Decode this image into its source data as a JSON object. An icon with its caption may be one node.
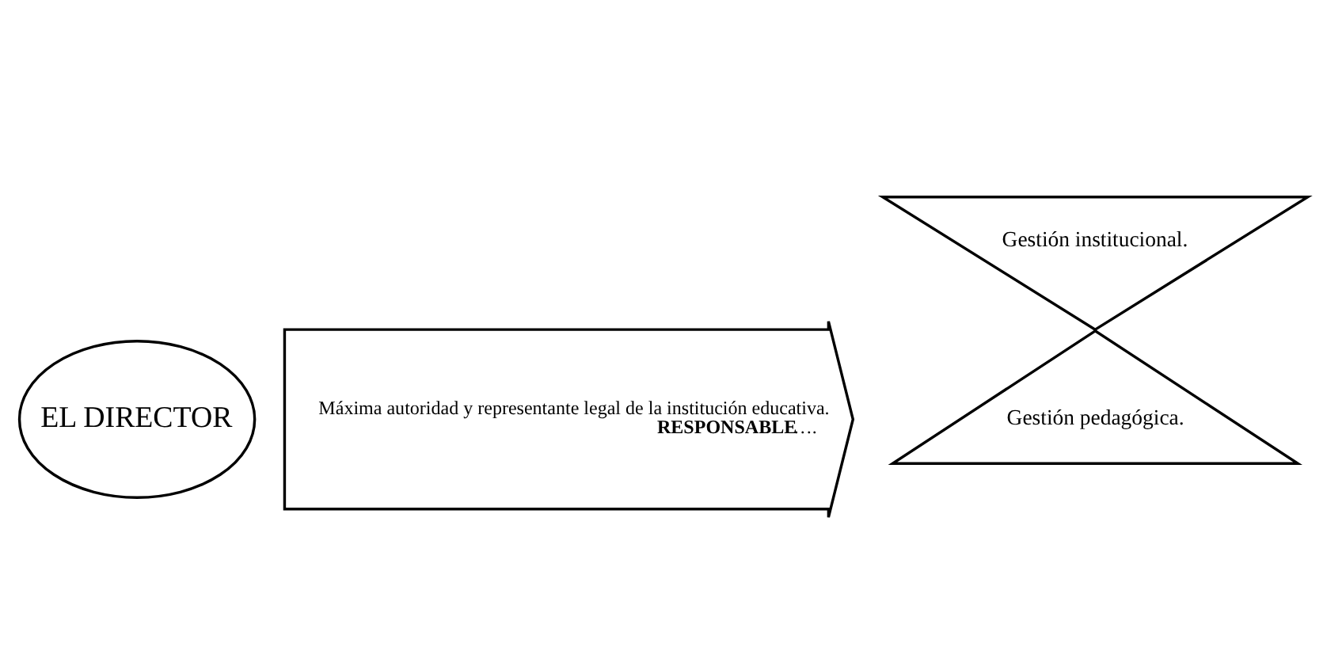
{
  "diagram": {
    "nodes": [
      {
        "text": [
          "EL DIRECTOR"
        ]
      },
      {
        "text": [
          "Máxima autoridad y representante legal de la institución educativa.",
          "**RESPONSABLE**…."
        ]
      },
      {
        "text": [
          "Gestión pedagógica."
        ]
      },
      {
        "text": [
          "Gestión institucional."
        ]
      }
    ]
  }
}
